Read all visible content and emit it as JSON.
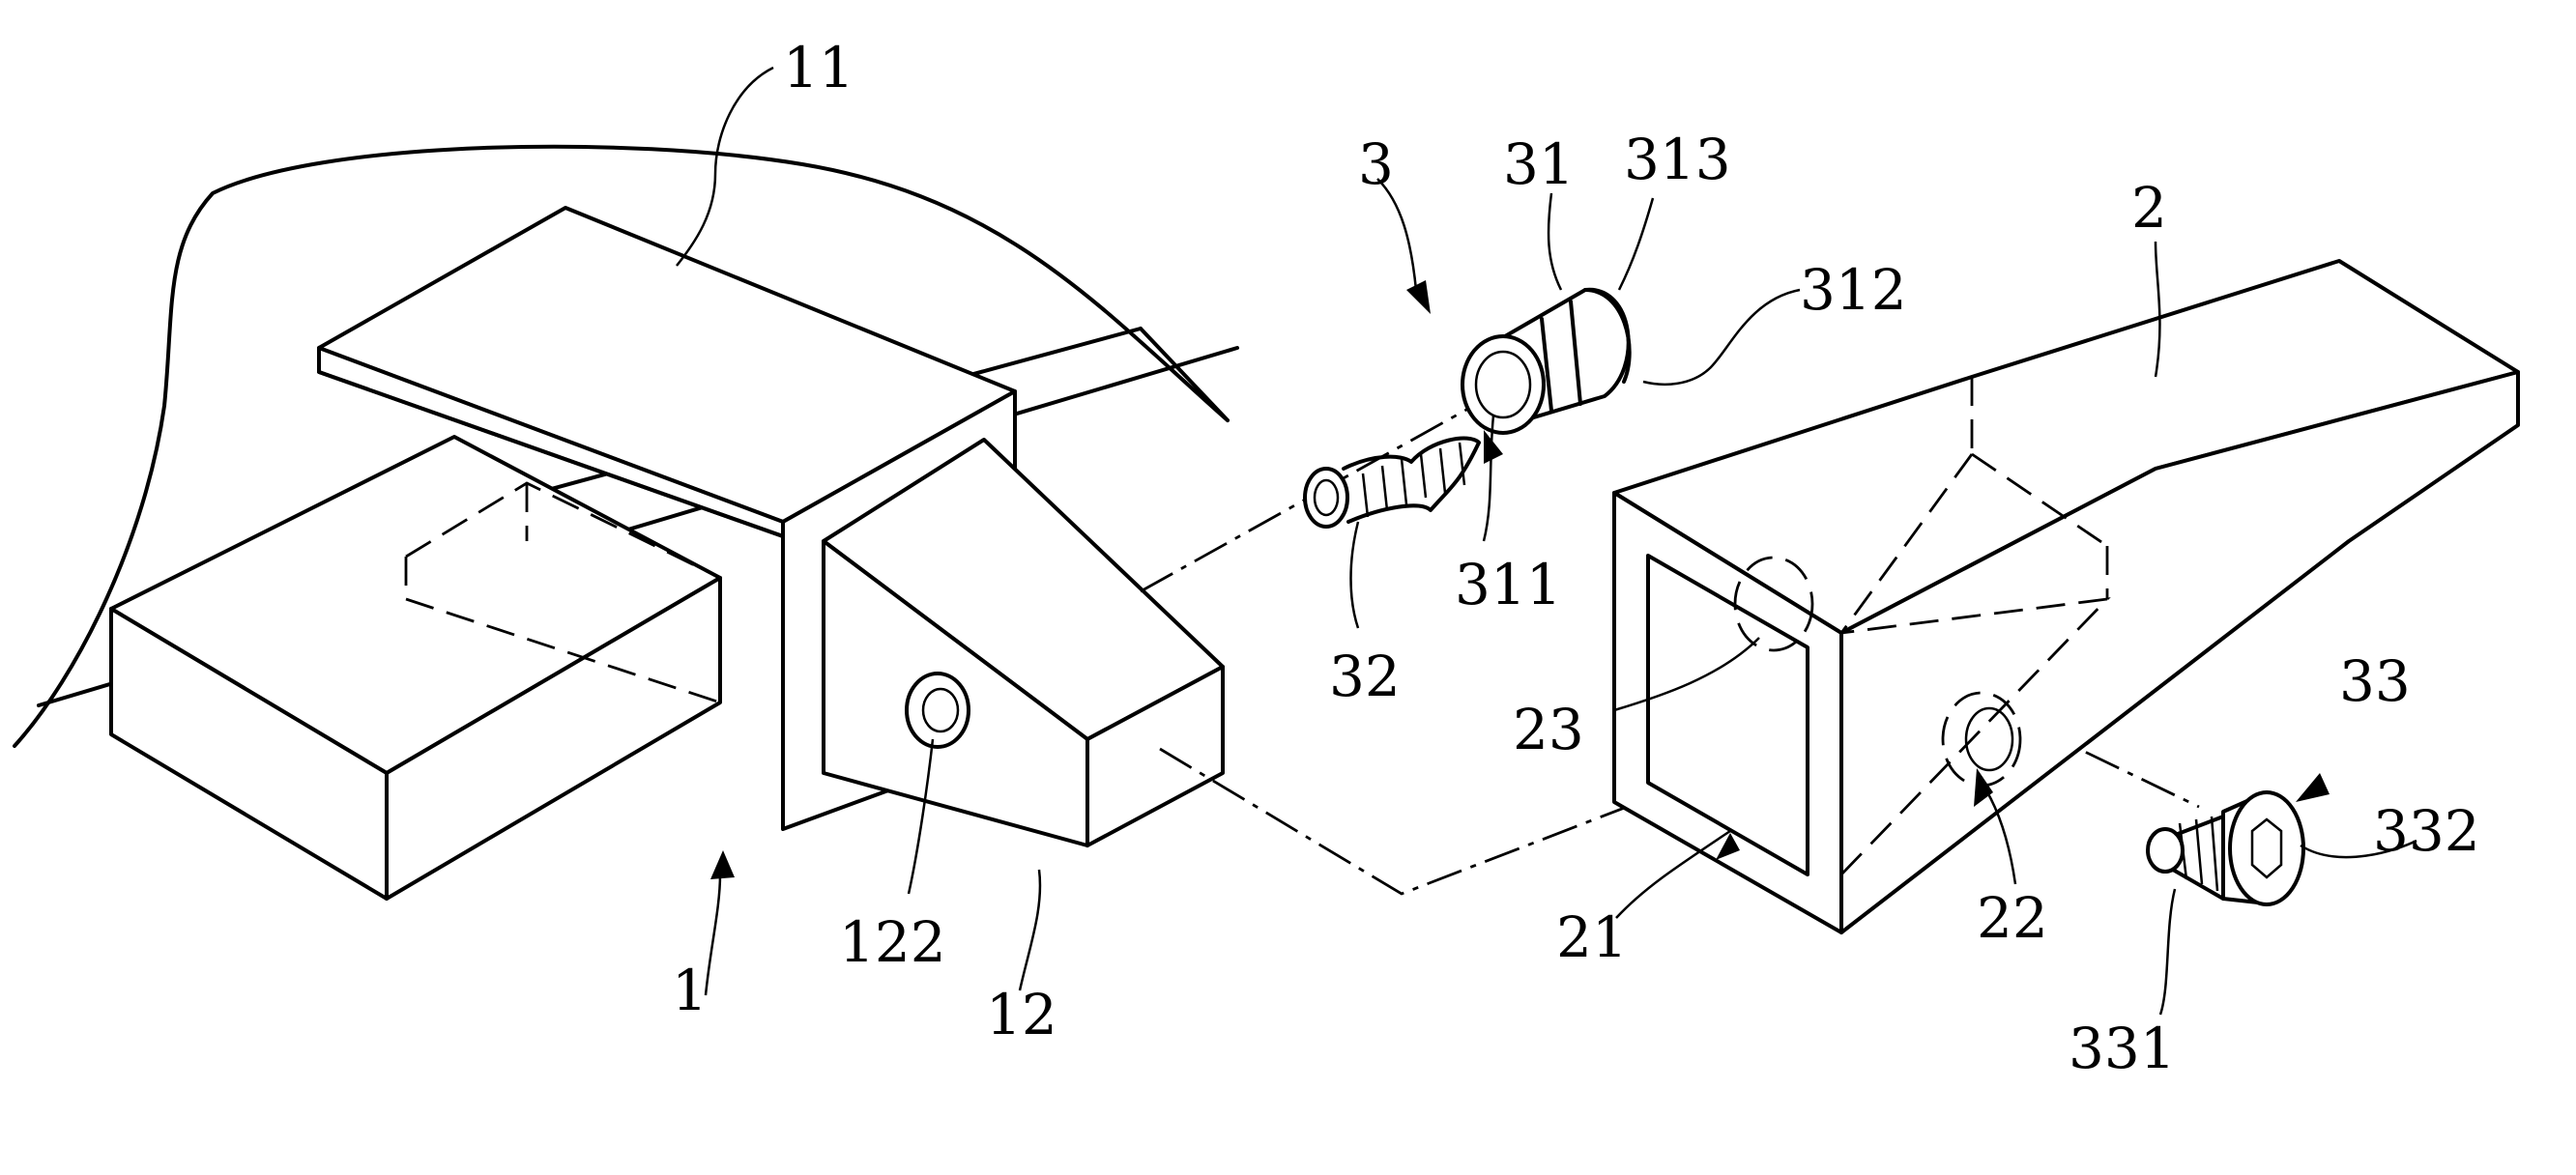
{
  "labels": {
    "l11": "11",
    "l3": "3",
    "l31": "31",
    "l313": "313",
    "l312": "312",
    "l2": "2",
    "l311": "311",
    "l32": "32",
    "l23": "23",
    "l33": "33",
    "l332": "332",
    "l21": "21",
    "l22": "22",
    "l122": "122",
    "l12": "12",
    "l1": "1",
    "l331": "331"
  }
}
